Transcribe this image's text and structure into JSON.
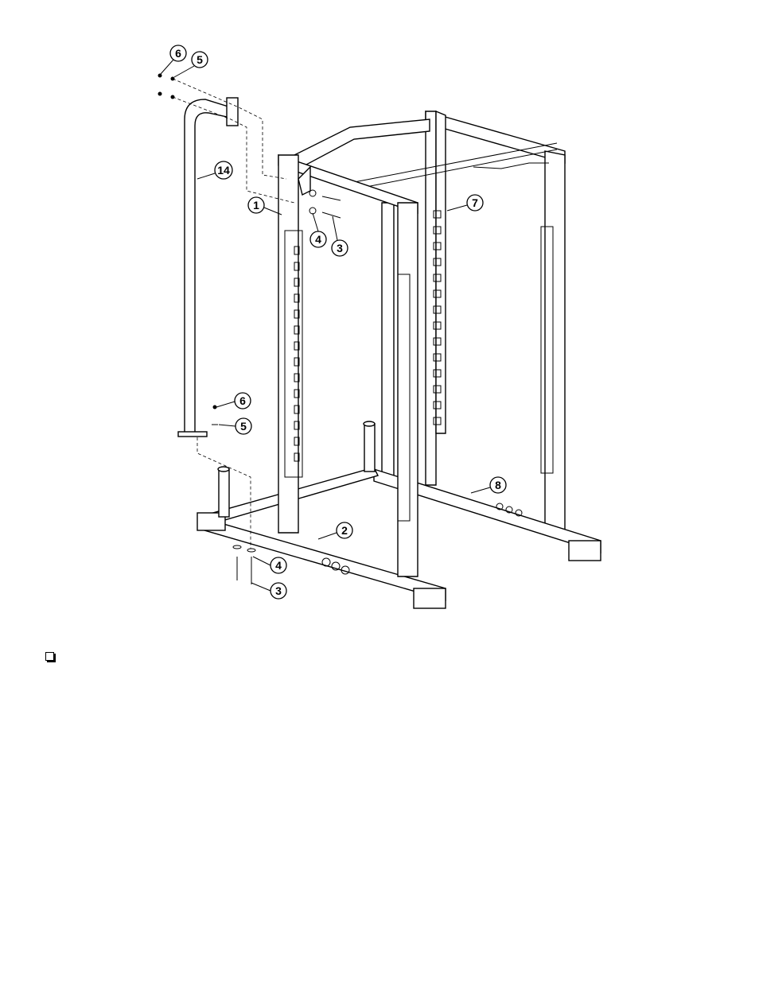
{
  "callouts": [
    {
      "label": "6"
    },
    {
      "label": "5"
    },
    {
      "label": "14"
    },
    {
      "label": "1"
    },
    {
      "label": "4"
    },
    {
      "label": "3"
    },
    {
      "label": "7"
    },
    {
      "label": "6"
    },
    {
      "label": "5"
    },
    {
      "label": "2"
    },
    {
      "label": "4"
    },
    {
      "label": "3"
    },
    {
      "label": "8"
    }
  ]
}
